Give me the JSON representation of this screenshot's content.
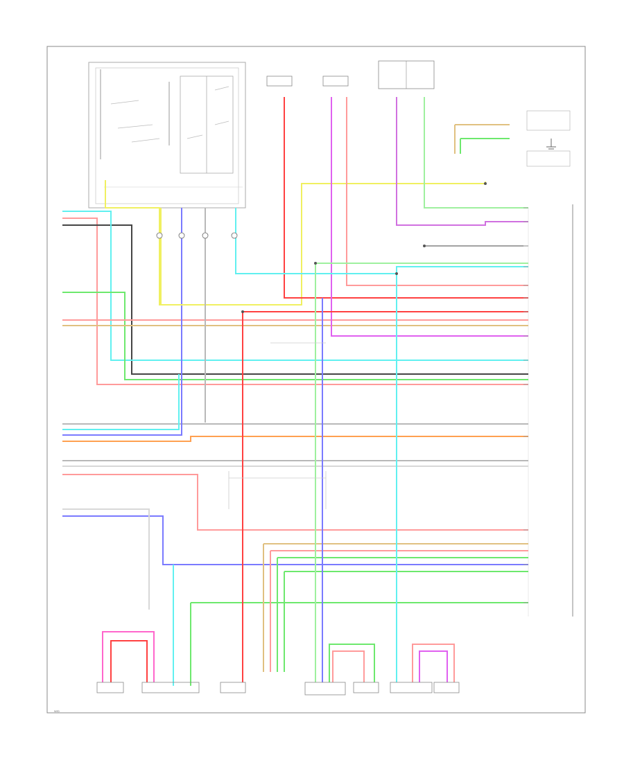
{
  "diagram": {
    "type": "automotive-wiring-schematic",
    "page_code": "W/D",
    "wire_colors": {
      "yellow": "#f0f060",
      "red": "#ff6a6a",
      "red_heavy": "#ff4040",
      "pink": "#ff9a9a",
      "green": "#6de86d",
      "light_green": "#9ef09e",
      "cyan": "#60f0f0",
      "blue": "#7a7aff",
      "violet": "#d070e0",
      "magenta": "#e060f0",
      "orange": "#ffa050",
      "black": "#444444",
      "gray": "#b8b8b8",
      "white": "#d8d8d8",
      "tan": "#e0c080"
    },
    "icons": [
      "ground-symbol",
      "connector-pin",
      "splice-dot"
    ]
  }
}
